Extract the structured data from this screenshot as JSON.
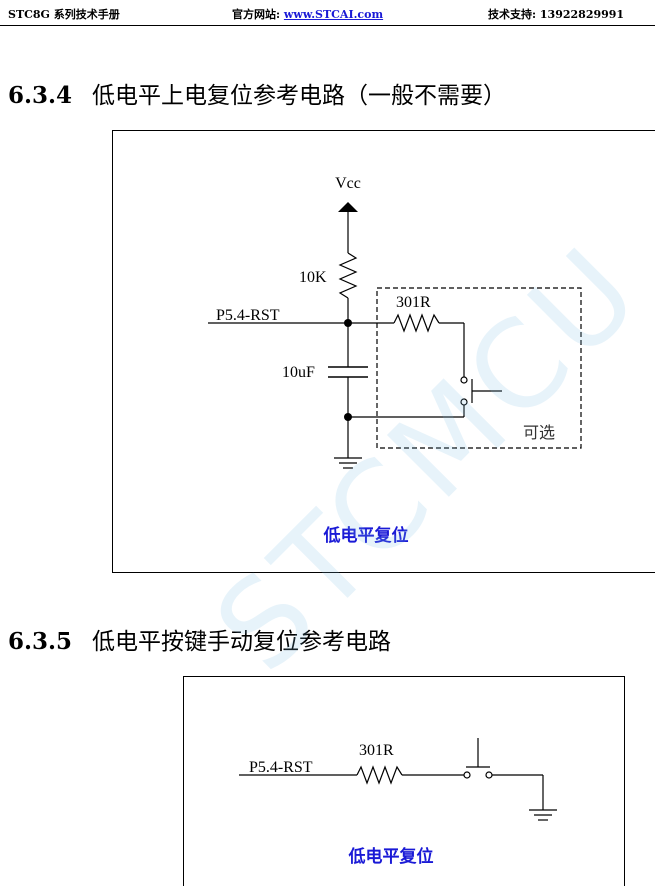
{
  "header": {
    "doc_title": "STC8G 系列技术手册",
    "website_label": "官方网站: ",
    "website_url": "www.STCAI.com",
    "support_label": "技术支持: 13922829991"
  },
  "sections": [
    {
      "number": "6.3.4",
      "title": "低电平上电复位参考电路（一般不需要）",
      "circuit": {
        "vcc_label": "Vcc",
        "pullup_label": "10K",
        "pin_label": "P5.4-RST",
        "series_resistor_label": "301R",
        "capacitor_label": "10uF",
        "optional_label": "可选",
        "caption": "低电平复位"
      }
    },
    {
      "number": "6.3.5",
      "title": "低电平按键手动复位参考电路",
      "circuit": {
        "pin_label": "P5.4-RST",
        "series_resistor_label": "301R",
        "caption": "低电平复位"
      }
    }
  ],
  "watermark": "STCMCU"
}
